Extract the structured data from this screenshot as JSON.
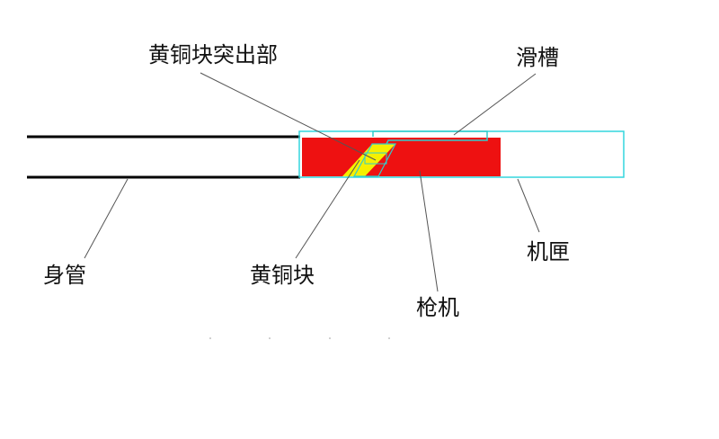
{
  "labels": {
    "brass_block_protrusion": "黄铜块突出部",
    "slide_groove": "滑槽",
    "barrel": "身管",
    "brass_block": "黄铜块",
    "bolt": "枪机",
    "receiver": "机匣"
  },
  "colors": {
    "barrel_line": "#000000",
    "receiver_outline": "#33d6dd",
    "bolt_fill": "#ee1111",
    "brass_fill": "#f5f000",
    "leader_line": "#555555",
    "groove_outline": "#33cccc"
  }
}
